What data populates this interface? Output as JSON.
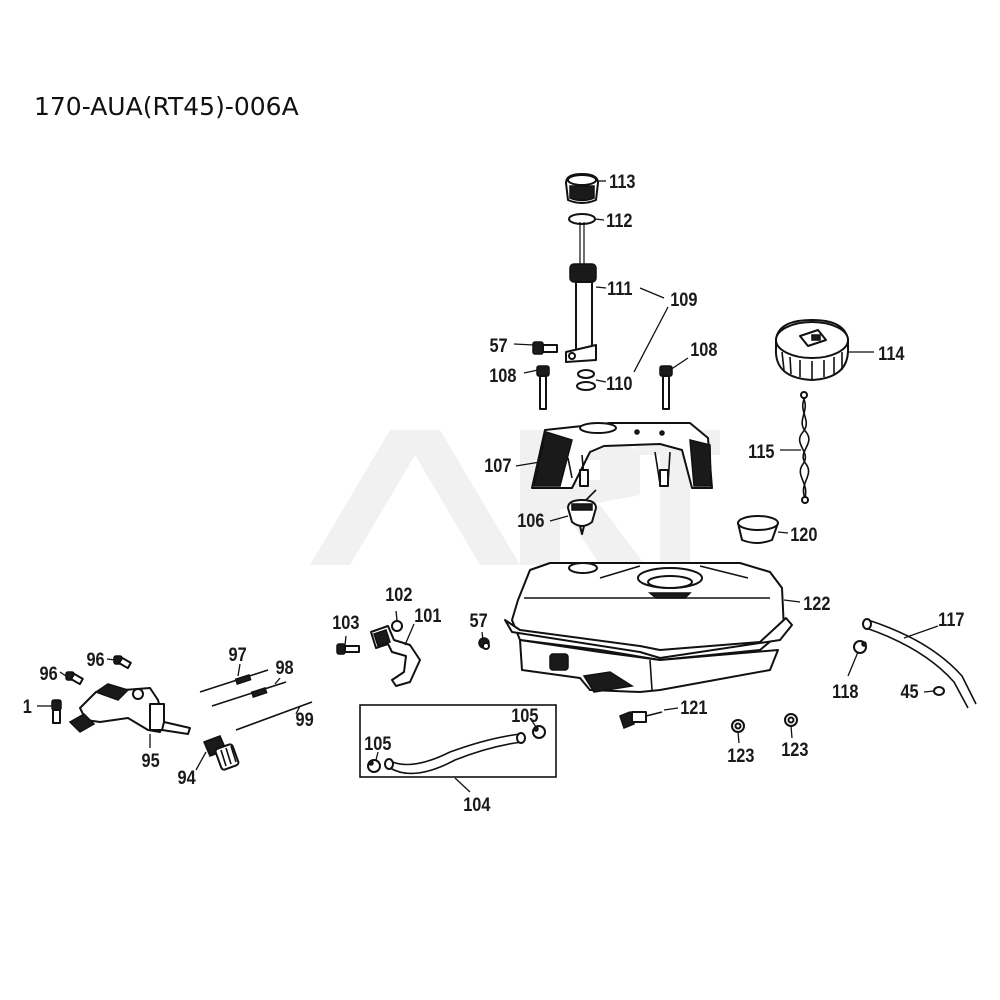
{
  "drawing_code": "170-AUA(RT45)-006A",
  "callouts": {
    "c1": "1",
    "c45": "45",
    "c57a": "57",
    "c57b": "57",
    "c94": "94",
    "c95": "95",
    "c96a": "96",
    "c96b": "96",
    "c97": "97",
    "c98": "98",
    "c99": "99",
    "c101": "101",
    "c102": "102",
    "c103": "103",
    "c104": "104",
    "c105a": "105",
    "c105b": "105",
    "c106": "106",
    "c107": "107",
    "c108a": "108",
    "c108b": "108",
    "c109": "109",
    "c110": "110",
    "c111": "111",
    "c112": "112",
    "c113": "113",
    "c114": "114",
    "c115": "115",
    "c117": "117",
    "c118": "118",
    "c120": "120",
    "c121": "121",
    "c122": "122",
    "c123a": "123",
    "c123b": "123"
  },
  "colors": {
    "ink": "#111111",
    "watermark": "#f1f1f1",
    "background": "#ffffff"
  }
}
